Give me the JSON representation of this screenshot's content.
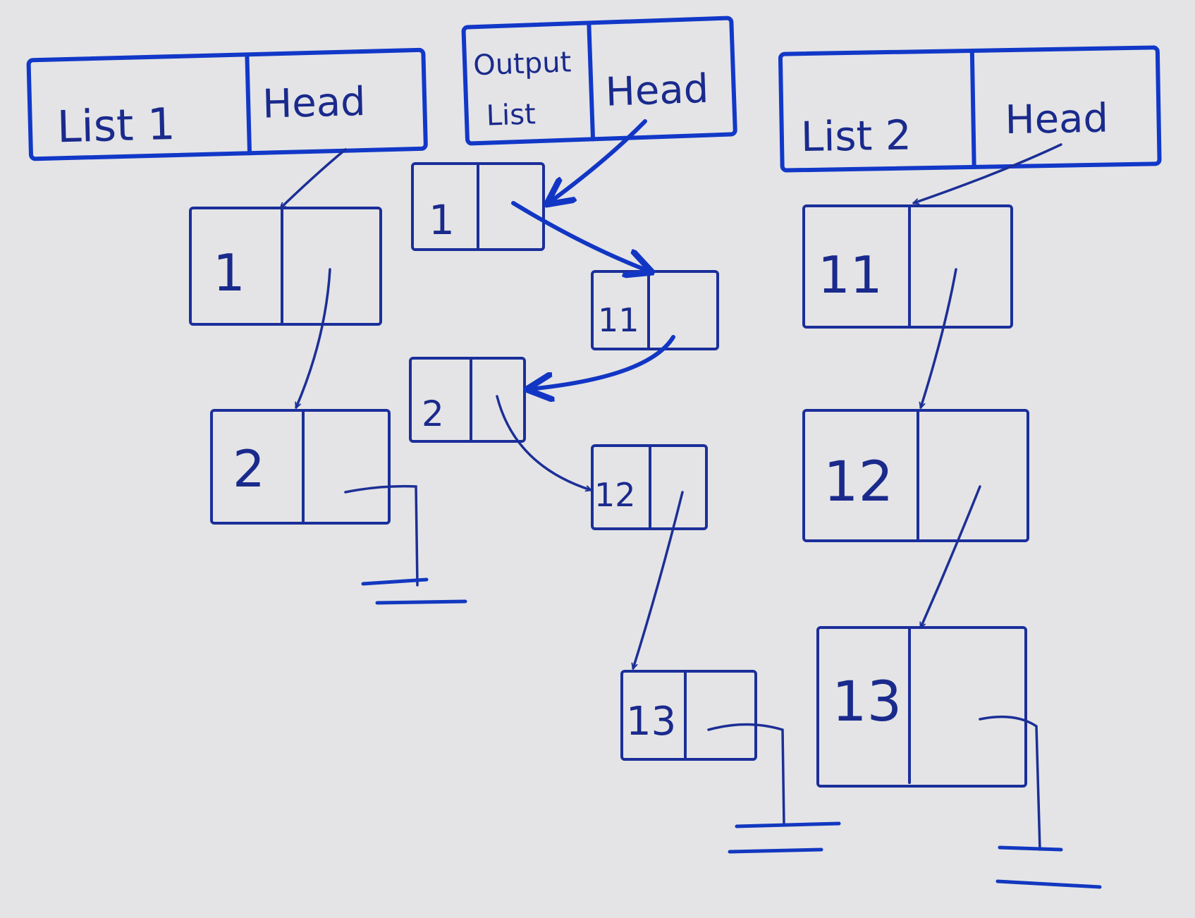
{
  "headers": {
    "list1": {
      "label": "List 1",
      "head": "Head"
    },
    "output": {
      "label_line1": "Output",
      "label_line2": "List",
      "head": "Head"
    },
    "list2": {
      "label": "List 2",
      "head": "Head"
    }
  },
  "list1_nodes": [
    "1",
    "2"
  ],
  "output_nodes": [
    "1",
    "11",
    "2",
    "12",
    "13"
  ],
  "list2_nodes": [
    "11",
    "12",
    "13"
  ],
  "colors": {
    "ink": "#1b2f9a",
    "bright_ink": "#1238c8",
    "background": "#e4e4e6"
  }
}
